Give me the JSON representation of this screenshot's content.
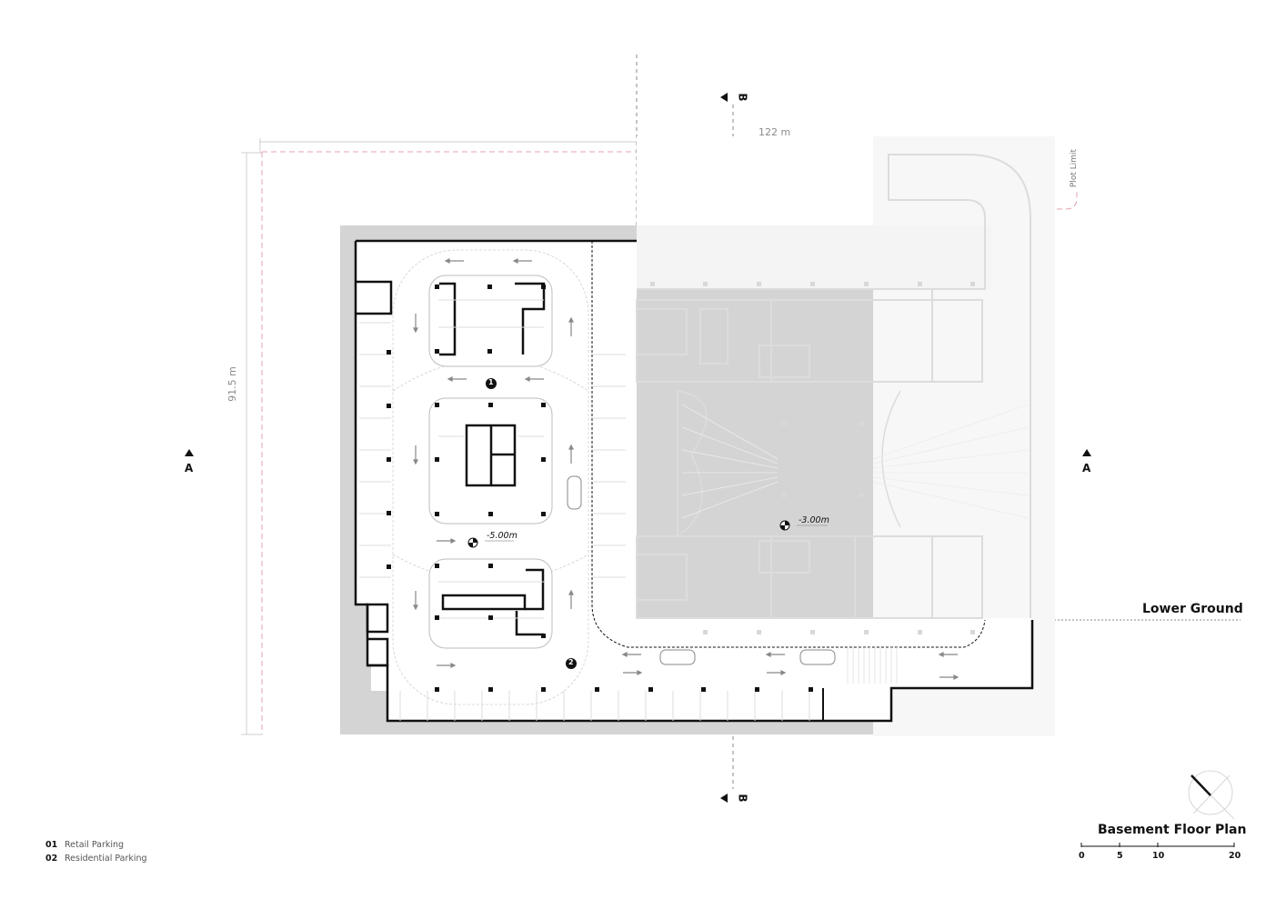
{
  "drawing": {
    "title": "Basement Floor Plan",
    "dimensions": {
      "width": "122 m",
      "height": "91.5 m"
    },
    "plot_limit_label": "Plot Limit",
    "section_markers": {
      "a_left": "A",
      "a_right": "A",
      "b_top": "B",
      "b_bottom": "B"
    },
    "level_callout": "Lower Ground",
    "levels": [
      {
        "label": "-5.00m"
      },
      {
        "label": "-3.00m"
      }
    ],
    "zone_tags": [
      "1",
      "2"
    ],
    "colors": {
      "walls": "#111111",
      "ghost": "#d6d6d6",
      "shade": "#d4d4d4",
      "plot_limit": "#e5a3ad",
      "text": "#111111"
    }
  },
  "legend": {
    "items": [
      {
        "num": "01",
        "label": "Retail Parking"
      },
      {
        "num": "02",
        "label": "Residential Parking"
      }
    ]
  },
  "scale_bar": {
    "ticks": [
      "0",
      "5",
      "10",
      "20"
    ]
  }
}
